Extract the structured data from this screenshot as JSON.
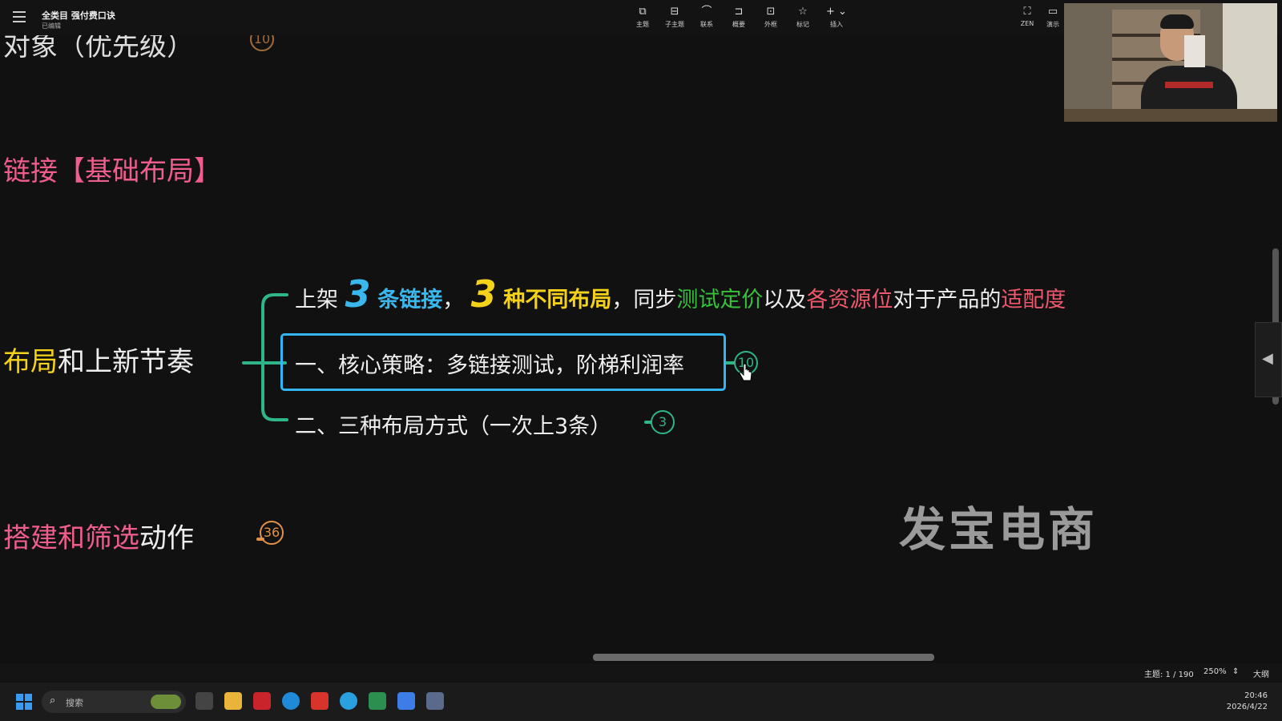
{
  "toolbar": {
    "doc_title": "全类目 强付费口诀",
    "doc_status": "已编辑",
    "tools": [
      {
        "icon": "topic-icon",
        "label": "主题"
      },
      {
        "icon": "subtopic-icon",
        "label": "子主题"
      },
      {
        "icon": "relation-icon",
        "label": "联系"
      },
      {
        "icon": "summary-icon",
        "label": "概要"
      },
      {
        "icon": "boundary-icon",
        "label": "外框"
      },
      {
        "icon": "star-icon",
        "label": "标记"
      },
      {
        "icon": "plus-icon",
        "label": "插入"
      }
    ],
    "zen_label": "ZEN",
    "present_label": "演示"
  },
  "mindmap": {
    "node_top_partial": "对象（优先级）",
    "node_top_badge": "10",
    "node_link_layout": "链接【基础布局】",
    "node_layout_rhythm_a": "布局",
    "node_layout_rhythm_b": "和上新节奏",
    "node_build_a": "搭建和筛选",
    "node_build_b": "动作",
    "node_build_badge": "36",
    "sentence": {
      "p1": "上架",
      "n1": "3",
      "p2": "条链接",
      "p3": "，",
      "n2": "3",
      "p4": "种不同布局",
      "p5": "，同步",
      "p6": "测试定价",
      "p7": "以及",
      "p8": "各资源位",
      "p9": "对于产品的",
      "p10": "适配度"
    },
    "child1_text": "一、核心策略：多链接测试，阶梯利润率",
    "child1_badge": "10",
    "child2_text": "二、三种布局方式（一次上3条）",
    "child2_badge": "3"
  },
  "watermark": "发宝电商",
  "status": {
    "topic_count": "主题: 1 / 190",
    "zoom": "250%",
    "outline": "大纲"
  },
  "taskbar": {
    "search_placeholder": "搜索",
    "time": "20:46",
    "date": "2026/4/22"
  },
  "colors": {
    "accent_green": "#2fb58a",
    "selection_blue": "#33b6f0",
    "highlight_yellow": "#f5d21a",
    "highlight_cyan": "#3ab8ee",
    "highlight_pink": "#f0586e",
    "highlight_green": "#35c23c",
    "badge_orange": "#e2914a"
  }
}
